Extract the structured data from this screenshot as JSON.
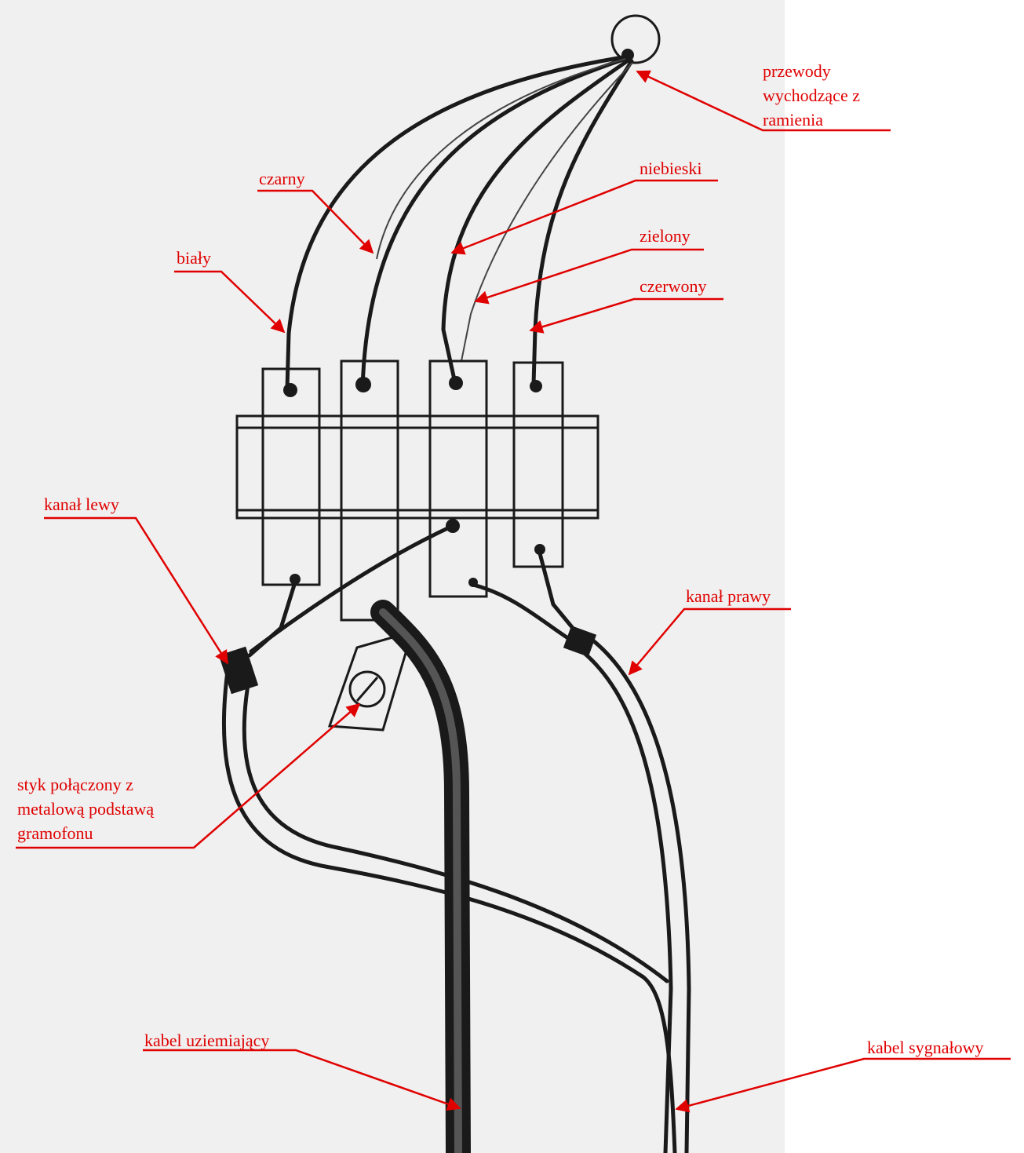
{
  "colors": {
    "label": "#e00000",
    "ink": "#1a1a1a",
    "paper": "#f0f0f0",
    "background": "#ffffff"
  },
  "labels": {
    "arm_wires": [
      "przewody",
      "wychodzące z",
      "ramienia"
    ],
    "black": "czarny",
    "blue": "niebieski",
    "white": "biały",
    "green": "zielony",
    "red": "czerwony",
    "left_channel": "kanał lewy",
    "right_channel": "kanał prawy",
    "ground_contact": [
      "styk połączony z",
      "metalową podstawą",
      "gramofonu"
    ],
    "ground_cable": "kabel uziemiający",
    "signal_cable": "kabel sygnałowy"
  }
}
